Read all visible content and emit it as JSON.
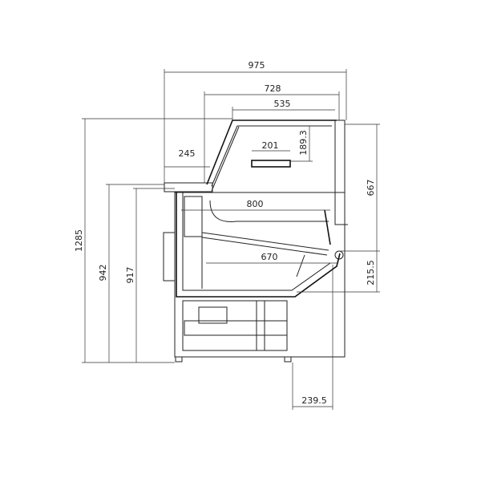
{
  "dimensions": {
    "overall_depth": "975",
    "top_depth": "728",
    "glass_top_depth": "535",
    "light_width": "201",
    "light_height": "189.3",
    "counter_depth": "245",
    "display_depth": "800",
    "display_height": "667",
    "base_depth": "670",
    "lower_height": "215.5",
    "overall_height": "1285",
    "counter_height": "942",
    "shelf_height": "917",
    "front_offset": "239.5"
  },
  "colors": {
    "line": "#222222",
    "background": "#ffffff"
  }
}
